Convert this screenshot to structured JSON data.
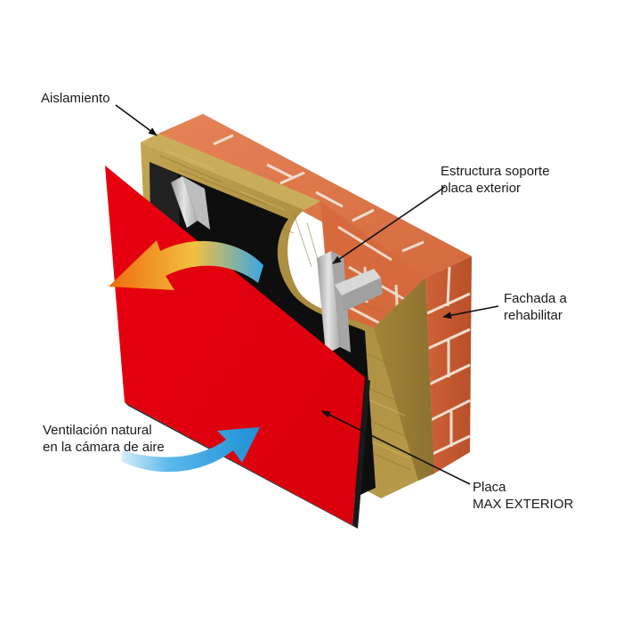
{
  "diagram": {
    "labels": {
      "insulation": "Aislamiento",
      "support_line1": "Estructura soporte",
      "support_line2": "placa exterior",
      "facade_line1": "Fachada a",
      "facade_line2": "rehabilitar",
      "ventilation_line1": "Ventilación natural",
      "ventilation_line2": "en la cámara de aire",
      "panel_line1": "Placa",
      "panel_line2": "MAX EXTERIOR"
    },
    "colors": {
      "panel_red": "#e3000f",
      "brick": "#d9683a",
      "brick_dark": "#b8502a",
      "mortar": "#e8d2c2",
      "insulation": "#b39748",
      "membrane": "#0d0d0d",
      "bracket": "#c8c8c8",
      "warm_arrow": "#f07a10",
      "cool_arrow": "#2a9fe0"
    }
  }
}
